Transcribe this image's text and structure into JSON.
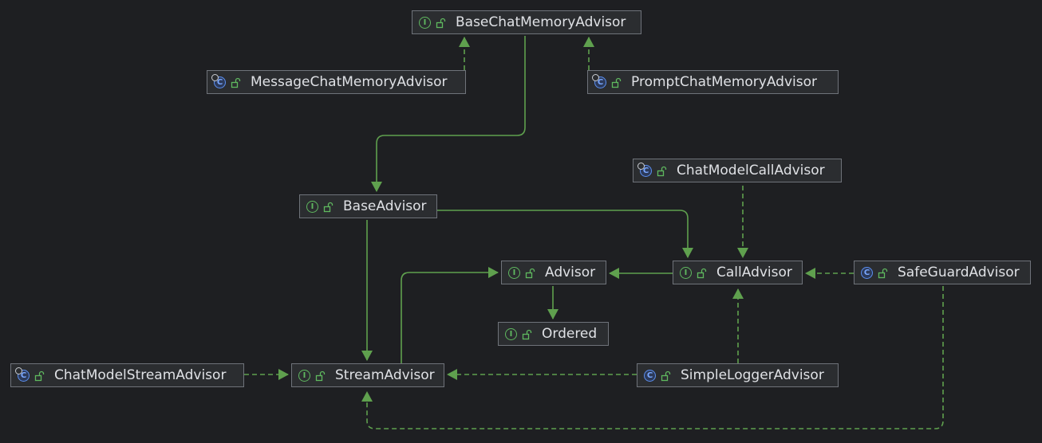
{
  "colors": {
    "edge": "#5fa04e",
    "node_bg": "#2b2d30",
    "node_border": "#6f737a",
    "text": "#dfe1e5"
  },
  "nodes": [
    {
      "id": "basechatmemoryadvisor",
      "label": "BaseChatMemoryAdvisor",
      "kind": "interface",
      "badge": "I",
      "icon": "interface-icon"
    },
    {
      "id": "messagechatmemoryadvisor",
      "label": "MessageChatMemoryAdvisor",
      "kind": "abstract-class",
      "badge": "C",
      "icon": "abstract-class-icon"
    },
    {
      "id": "promptchatmemoryadvisor",
      "label": "PromptChatMemoryAdvisor",
      "kind": "abstract-class",
      "badge": "C",
      "icon": "abstract-class-icon"
    },
    {
      "id": "chatmodelcalladvisor",
      "label": "ChatModelCallAdvisor",
      "kind": "abstract-class",
      "badge": "C",
      "icon": "abstract-class-icon"
    },
    {
      "id": "baseadvisor",
      "label": "BaseAdvisor",
      "kind": "interface",
      "badge": "I",
      "icon": "interface-icon"
    },
    {
      "id": "advisor",
      "label": "Advisor",
      "kind": "interface",
      "badge": "I",
      "icon": "interface-icon"
    },
    {
      "id": "calladvisor",
      "label": "CallAdvisor",
      "kind": "interface",
      "badge": "I",
      "icon": "interface-icon"
    },
    {
      "id": "safeguardadvisor",
      "label": "SafeGuardAdvisor",
      "kind": "class",
      "badge": "C",
      "icon": "class-icon"
    },
    {
      "id": "ordered",
      "label": "Ordered",
      "kind": "interface",
      "badge": "I",
      "icon": "interface-icon"
    },
    {
      "id": "chatmodelstreamadvisor",
      "label": "ChatModelStreamAdvisor",
      "kind": "abstract-class",
      "badge": "C",
      "icon": "abstract-class-icon"
    },
    {
      "id": "streamadvisor",
      "label": "StreamAdvisor",
      "kind": "interface",
      "badge": "I",
      "icon": "interface-icon"
    },
    {
      "id": "simpleloggeradvisor",
      "label": "SimpleLoggerAdvisor",
      "kind": "class",
      "badge": "C",
      "icon": "class-icon"
    }
  ],
  "edges": [
    {
      "from": "basechatmemoryadvisor",
      "to": "baseadvisor",
      "style": "solid"
    },
    {
      "from": "messagechatmemoryadvisor",
      "to": "basechatmemoryadvisor",
      "style": "dashed"
    },
    {
      "from": "promptchatmemoryadvisor",
      "to": "basechatmemoryadvisor",
      "style": "dashed"
    },
    {
      "from": "baseadvisor",
      "to": "calladvisor",
      "style": "solid"
    },
    {
      "from": "baseadvisor",
      "to": "streamadvisor",
      "style": "solid"
    },
    {
      "from": "chatmodelcalladvisor",
      "to": "calladvisor",
      "style": "dashed"
    },
    {
      "from": "calladvisor",
      "to": "advisor",
      "style": "solid"
    },
    {
      "from": "safeguardadvisor",
      "to": "calladvisor",
      "style": "dashed"
    },
    {
      "from": "advisor",
      "to": "ordered",
      "style": "solid"
    },
    {
      "from": "streamadvisor",
      "to": "advisor",
      "style": "solid"
    },
    {
      "from": "chatmodelstreamadvisor",
      "to": "streamadvisor",
      "style": "dashed"
    },
    {
      "from": "simpleloggeradvisor",
      "to": "streamadvisor",
      "style": "dashed"
    },
    {
      "from": "simpleloggeradvisor",
      "to": "calladvisor",
      "style": "dashed"
    },
    {
      "from": "safeguardadvisor",
      "to": "streamadvisor",
      "style": "dashed"
    }
  ]
}
